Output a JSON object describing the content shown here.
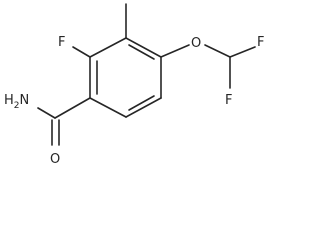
{
  "molecule": {
    "atoms": {
      "fluorine_ring": "F",
      "oxygen_ether": "O",
      "fluorine_top": "F",
      "fluorine_bottom": "F",
      "amide_nitrogen_main": "H",
      "amide_nitrogen_sub": "2",
      "amide_nitrogen_n": "N",
      "amide_oxygen": "O"
    }
  }
}
